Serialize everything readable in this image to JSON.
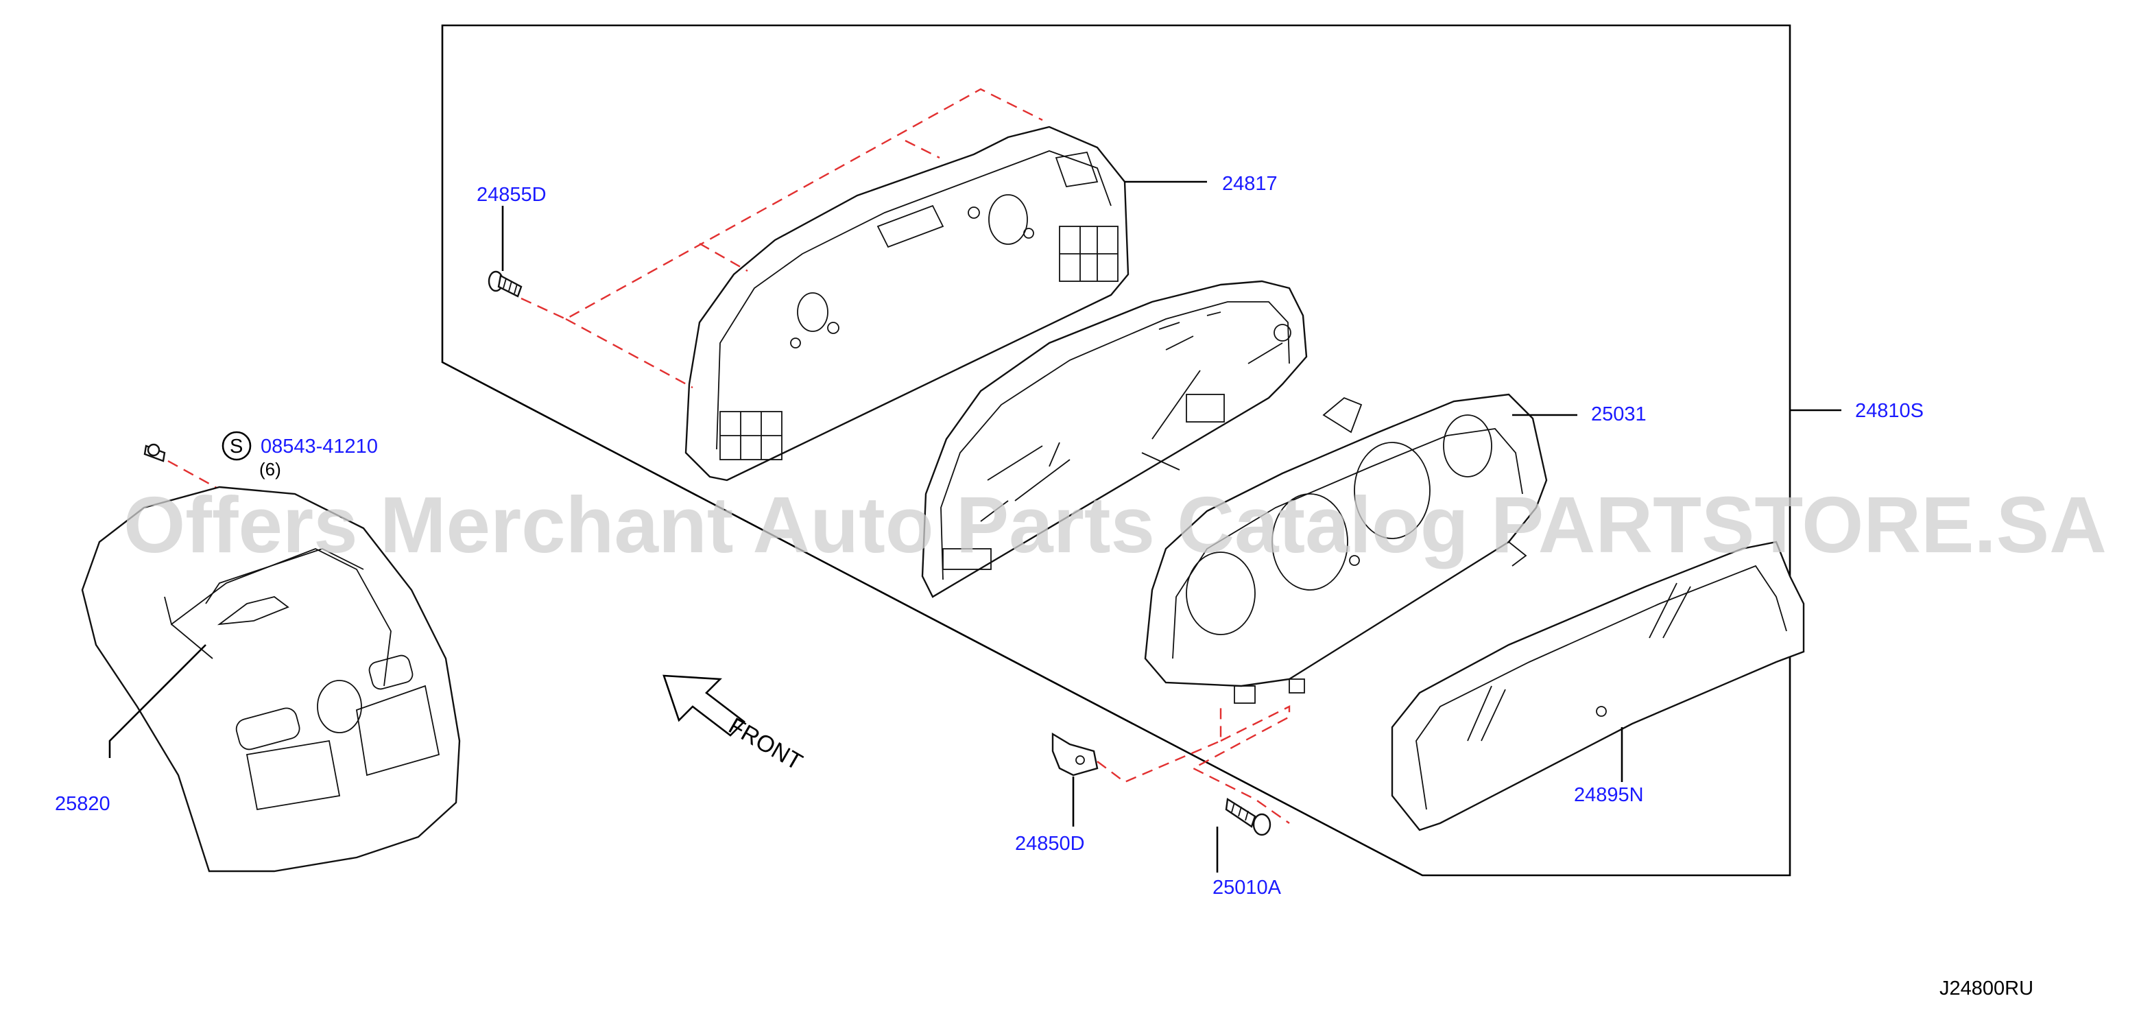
{
  "diagram_code": "J24800RU",
  "watermark": "Offers Merchant Auto Parts Catalog PARTSTORE.SA",
  "direction_label": "FRONT",
  "callouts": {
    "p24817": "24817",
    "p24855D": "24855D",
    "p25031": "25031",
    "p24810S": "24810S",
    "p08543": "08543-41210",
    "p08543_symbol": "S",
    "p08543_qty": "(6)",
    "p25820": "25820",
    "p24850D": "24850D",
    "p25010A": "25010A",
    "p24895N": "24895N"
  },
  "colors": {
    "part_number": "#1a1aff",
    "leader_dashed": "#e23030",
    "outline": "#000000",
    "watermark": "#cfcfcf"
  }
}
